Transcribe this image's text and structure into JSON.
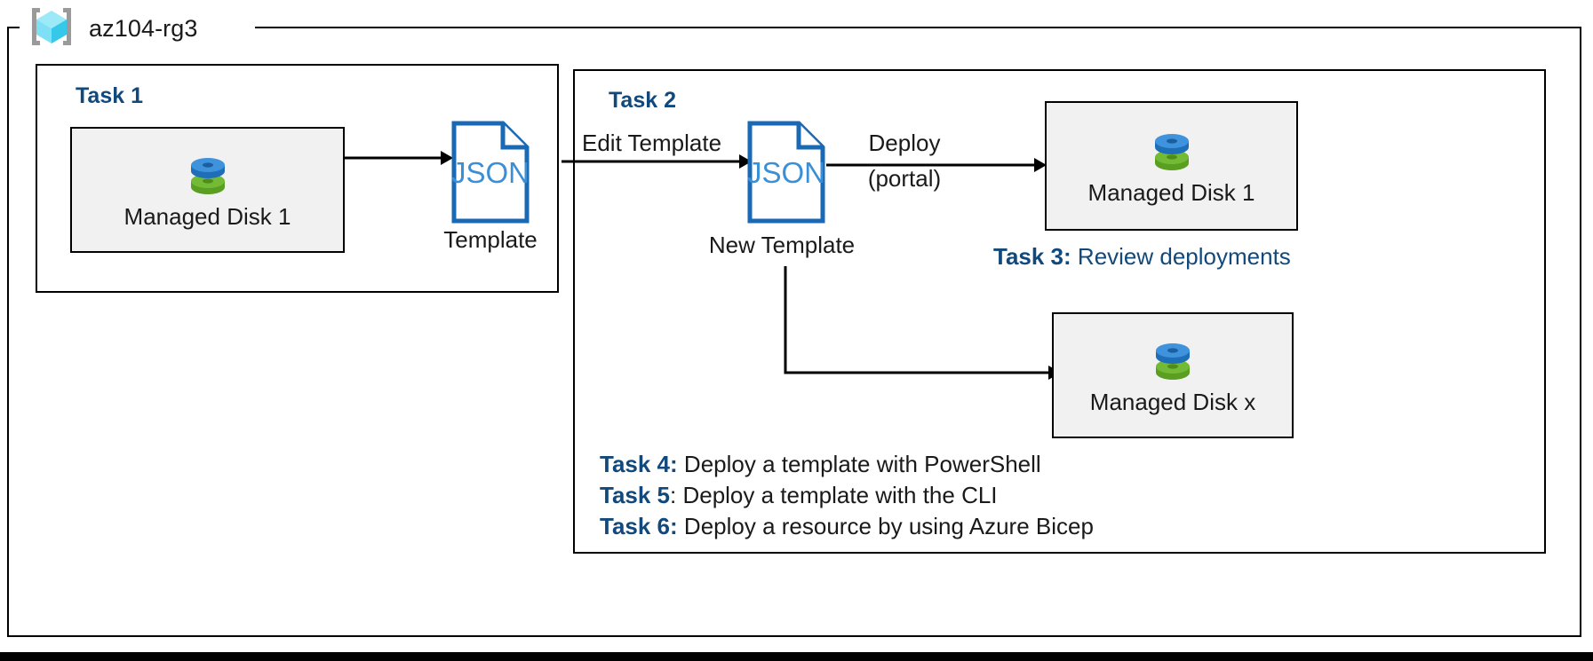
{
  "diagram": {
    "type": "azure-arm-template-deployment-flow",
    "resource_group": {
      "name": "az104-rg3",
      "icon": "azure-resource-group-cube-icon"
    },
    "panels": [
      {
        "id": "task1",
        "title": "Task 1"
      },
      {
        "id": "task2",
        "title": "Task 2"
      }
    ],
    "resources": [
      {
        "id": "md1-source",
        "label": "Managed Disk 1",
        "icon": "managed-disk-icon"
      },
      {
        "id": "md1-deployed",
        "label": "Managed Disk 1",
        "icon": "managed-disk-icon"
      },
      {
        "id": "mdx-deployed",
        "label": "Managed Disk x",
        "icon": "managed-disk-icon"
      }
    ],
    "documents": [
      {
        "id": "template",
        "badge": "JSON",
        "caption": "Template",
        "icon": "json-file-icon"
      },
      {
        "id": "new-template",
        "badge": "JSON",
        "caption": "New Template",
        "icon": "json-file-icon"
      }
    ],
    "edges": [
      {
        "id": "export",
        "label": ""
      },
      {
        "id": "edit",
        "label": "Edit Template"
      },
      {
        "id": "deploy-portal",
        "label_line1": "Deploy",
        "label_line2": "(portal)"
      },
      {
        "id": "deploy-other",
        "label": ""
      }
    ],
    "notes": [
      {
        "id": "task3",
        "key": "Task 3:",
        "text": " Review deployments",
        "style": "blue"
      },
      {
        "id": "task4",
        "key": "Task 4:",
        "text": " Deploy a template with PowerShell",
        "style": "black"
      },
      {
        "id": "task5",
        "key": "Task 5",
        "text": ": Deploy a template with the CLI",
        "style": "black"
      },
      {
        "id": "task6",
        "key": "Task 6:",
        "text": " Deploy a resource by using Azure Bicep",
        "style": "black"
      }
    ],
    "colors": {
      "accent_blue": "#11497c",
      "json_blue": "#1a69b5",
      "disk_blue": "#3b8fdc",
      "disk_green": "#72b632",
      "box_fill": "#f1f1f1",
      "stroke": "#000000",
      "cube_cyan": "#6fdcf5",
      "bracket_gray": "#9a9a9a"
    }
  }
}
